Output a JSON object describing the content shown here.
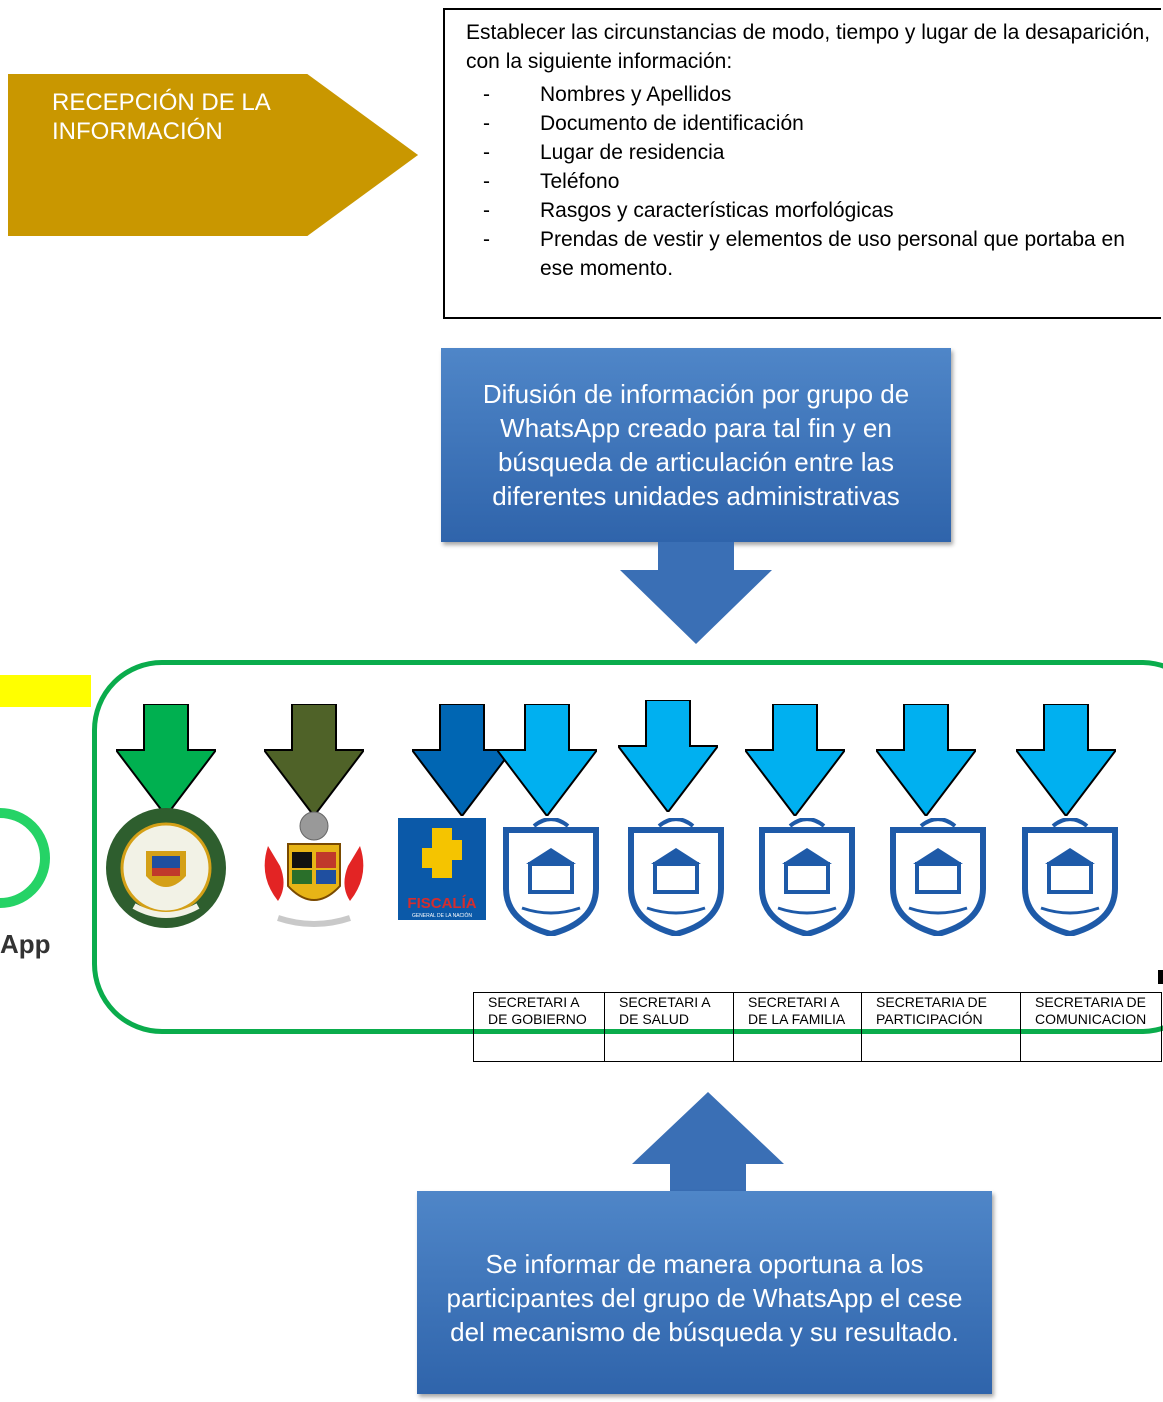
{
  "reception": {
    "label": "RECEPCIÓN DE LA INFORMACIÓN",
    "color": "#c99700"
  },
  "info": {
    "intro": "Establecer las circunstancias de modo, tiempo y lugar de la desaparición, con la siguiente información:",
    "items": [
      "Nombres y Apellidos",
      "Documento de identificación",
      "Lugar de residencia",
      "Teléfono",
      "Rasgos y características morfológicas",
      "Prendas de vestir y elementos de uso personal que portaba en ese momento."
    ]
  },
  "diffusion": {
    "text": "Difusión de información por grupo de WhatsApp creado para tal fin y en búsqueda de articulación entre las diferentes unidades administrativas"
  },
  "whatsapp": {
    "label": "App",
    "icon": "whatsapp-icon"
  },
  "agencies": {
    "arrow_colors": [
      "#00b050",
      "#4f6228",
      "#0066b3",
      "#00b0f0",
      "#00b0f0",
      "#00b0f0",
      "#00b0f0",
      "#00b0f0"
    ],
    "logos": [
      "policia-nacional-seal-icon",
      "army-coat-of-arms-icon",
      "fiscalia-logo-icon",
      "municipal-shield-icon",
      "municipal-shield-icon",
      "municipal-shield-icon",
      "municipal-shield-icon",
      "municipal-shield-icon"
    ],
    "fiscalia_text": "FISCALÍA",
    "fiscalia_sub": "GENERAL DE LA NACIÓN"
  },
  "units": [
    "SECRETARI A DE GOBIERNO",
    "SECRETARI A DE SALUD",
    "SECRETARI A DE LA FAMILIA",
    "SECRETARIA DE PARTICIPACIÓN",
    "SECRETARIA DE COMUNICACION"
  ],
  "result": {
    "text": "Se informar de manera oportuna a los participantes del grupo de WhatsApp el cese del mecanismo de búsqueda y su resultado."
  }
}
